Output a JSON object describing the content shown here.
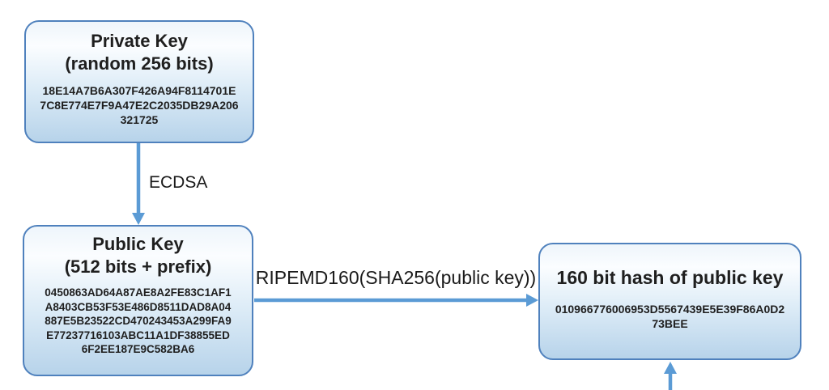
{
  "diagram": {
    "nodes": {
      "private_key": {
        "title": "Private Key\n(random 256 bits)",
        "hex_lines": [
          "18E14A7B6A307F426A94F8114701E",
          "7C8E774E7F9A47E2C2035DB29A206",
          "321725"
        ]
      },
      "public_key": {
        "title": "Public Key\n(512 bits + prefix)",
        "hex_lines": [
          "0450863AD64A87AE8A2FE83C1AF1",
          "A8403CB53F53E486D8511DAD8A04",
          "887E5B23522CD470243453A299FA9",
          "E77237716103ABC11A1DF38855ED",
          "6F2EE187E9C582BA6"
        ]
      },
      "hash": {
        "title": "160 bit hash of public key",
        "hex_lines": [
          "010966776006953D5567439E5E39F86A0D2",
          "73BEE"
        ]
      }
    },
    "edges": {
      "ecdsa_label": "ECDSA",
      "ripemd_label": "RIPEMD160(SHA256(public key))"
    },
    "colors": {
      "box_border": "#4f81bd",
      "box_fill_top": "#eef5fb",
      "box_fill_bottom": "#b7d3ea",
      "arrow": "#5b9bd5",
      "text": "#1f1f1f"
    }
  }
}
